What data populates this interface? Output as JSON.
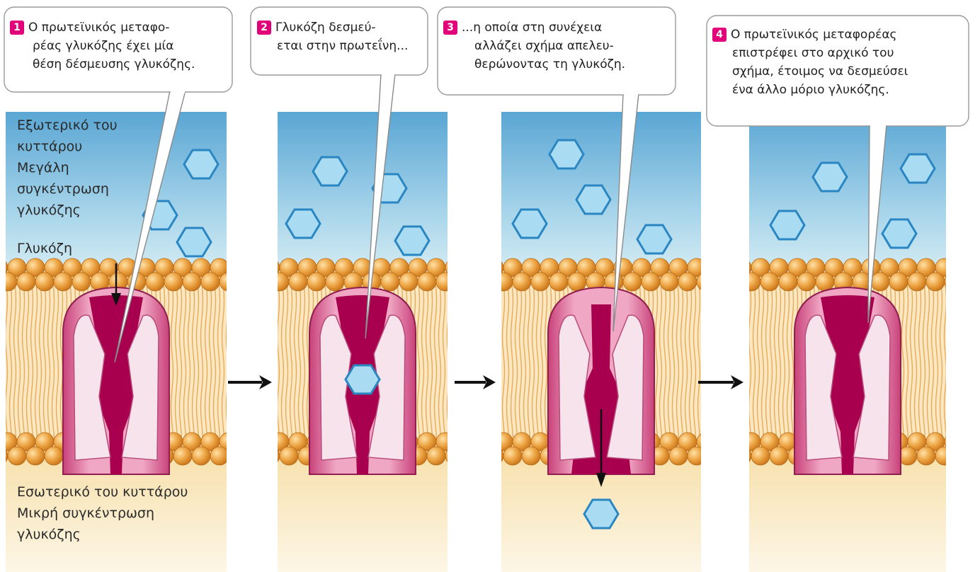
{
  "steps": [
    {
      "number": "1",
      "lines": [
        "Ο πρωτεϊνικός μεταφο-",
        "ρέας γλυκόζης έχει μία",
        "θέση δέσμευσης γλυκόζης."
      ]
    },
    {
      "number": "2",
      "lines": [
        "Γλυκόζη δεσμεύ-",
        "εται στην πρωτεΐνη..."
      ]
    },
    {
      "number": "3",
      "lines": [
        "...η οποία στη συνέχεια",
        "αλλάζει σχήμα απελευ-",
        "θερώνοντας τη γλυκόζη."
      ]
    },
    {
      "number": "4",
      "lines": [
        "Ο πρωτεϊνικός μεταφορέας",
        "επιστρέφει στο αρχικό του",
        "σχήμα, έτοιμος να δεσμεύσει",
        "ένα άλλο μόριο γλυκόζης."
      ]
    }
  ],
  "outside_label": [
    "Εξωτερικό του",
    "κυττάρου",
    "Μεγάλη",
    "συγκέντρωση",
    "γλυκόζης"
  ],
  "glucose_label": "Γλυκόζη",
  "inside_label": [
    "Εσωτερικό του κυττάρου",
    "Μικρή συγκέντρωση",
    "γλυκόζης"
  ],
  "colors": {
    "extracellular_top": "#5da9d6",
    "extracellular_bottom": "#d5ecf3",
    "intracellular": "#f8e6b8",
    "lipid_head": "#e59b32",
    "protein_outer": "#e58cae",
    "protein_channel": "#a8004e",
    "protein_inner": "#f7e3ec",
    "glucose_fill": "#a9dcf2",
    "glucose_stroke": "#2a86c2",
    "step_badge": "#e2007a"
  }
}
